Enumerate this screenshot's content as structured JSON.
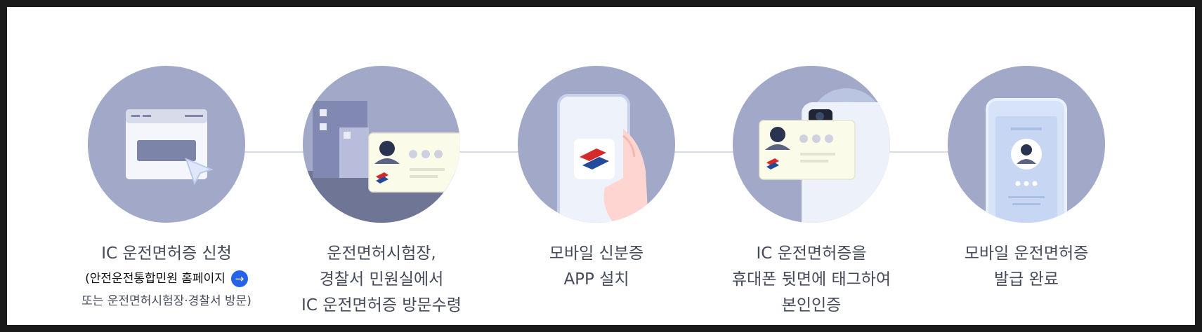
{
  "steps": [
    {
      "line1": "IC 운전면허증 신청",
      "link_text": "(안전운전통합민원 홈페이지",
      "note": "또는 운전면허시험장·경찰서 방문)"
    },
    {
      "line1": "운전면허시험장,",
      "line2": "경찰서 민원실에서",
      "line3": "IC 운전면허증 방문수령"
    },
    {
      "line1": "모바일 신분증",
      "line2": "APP 설치"
    },
    {
      "line1": "IC 운전면허증을",
      "line2": "휴대폰 뒷면에 태그하여",
      "line3": "본인인증"
    },
    {
      "line1": "모바일 운전면허증",
      "line2": "발급 완료"
    }
  ],
  "icons": [
    "browser-window-icon",
    "building-with-card-icon",
    "phone-app-icon",
    "phone-nfc-card-icon",
    "phone-license-icon"
  ],
  "colors": {
    "circle": "#a2a8c7",
    "link_arrow": "#2563eb",
    "text": "#444a5a"
  }
}
